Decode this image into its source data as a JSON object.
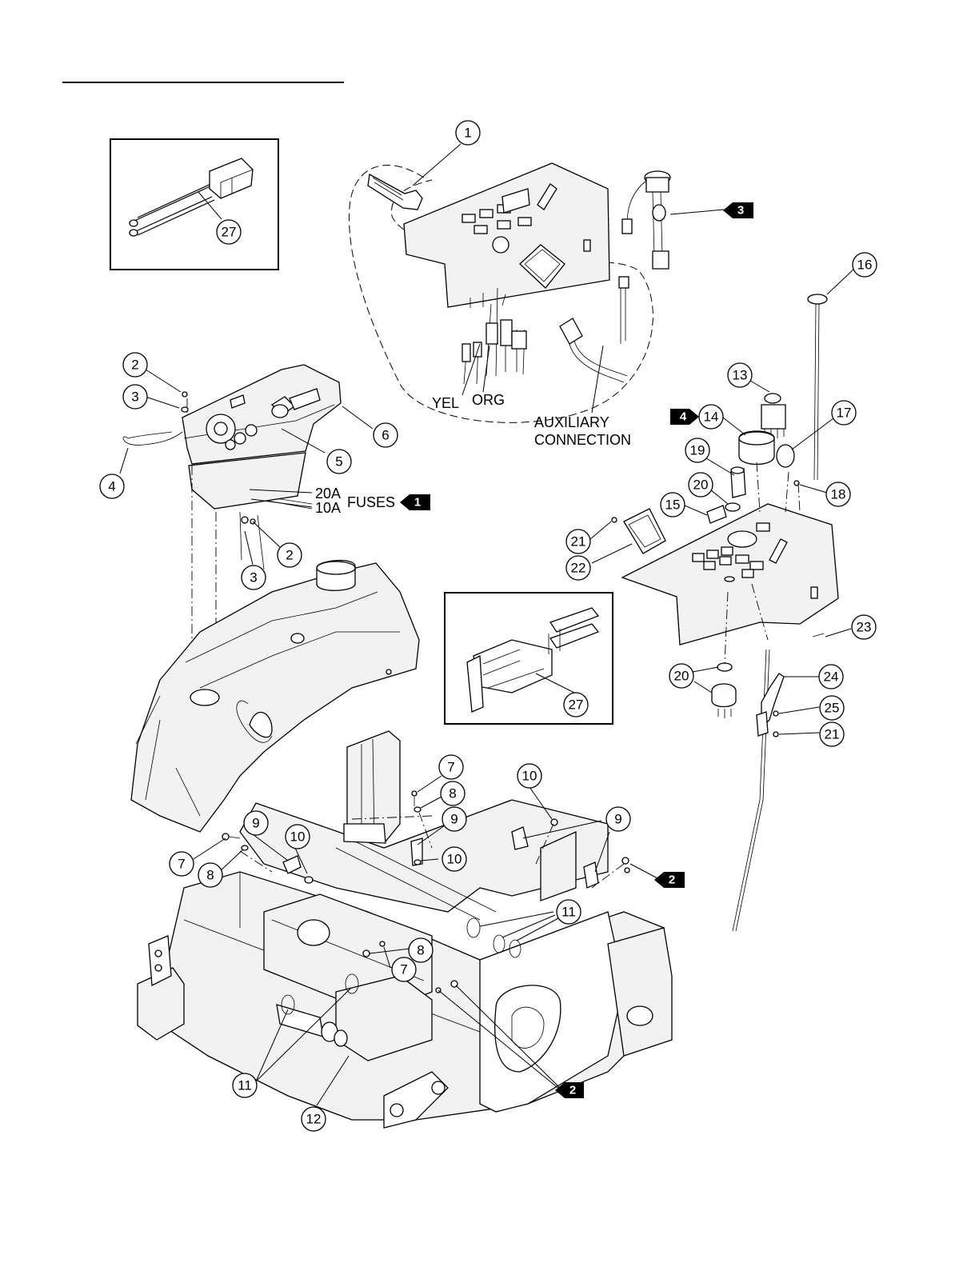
{
  "callouts": {
    "c1": "1",
    "c27a": "27",
    "c27b": "27",
    "c2a": "2",
    "c3a": "3",
    "c4": "4",
    "c5": "5",
    "c6": "6",
    "c2b": "2",
    "c3b": "3",
    "c16": "16",
    "c13": "13",
    "c14": "14",
    "c17": "17",
    "c19": "19",
    "c20a": "20",
    "c18": "18",
    "c15": "15",
    "c21a": "21",
    "c22": "22",
    "c23": "23",
    "c20b": "20",
    "c24": "24",
    "c25": "25",
    "c21b": "21",
    "c7a": "7",
    "c8a": "8",
    "c9a": "9",
    "c10a": "10",
    "c9b": "9",
    "c10b": "10",
    "c9c": "9",
    "c7b": "7",
    "c8b": "8",
    "c10c": "10",
    "c11a": "11",
    "c8c": "8",
    "c7c": "7",
    "c11b": "11",
    "c12": "12"
  },
  "tags": {
    "t3": "3",
    "t4": "4",
    "t1": "1",
    "t2a": "2",
    "t2b": "2"
  },
  "labels": {
    "yel": "YEL",
    "org": "ORG",
    "aux_line1": "AUXILIARY",
    "aux_line2": "CONNECTION",
    "fuse20": "20A",
    "fuse10": "10A",
    "fuses": "FUSES"
  }
}
